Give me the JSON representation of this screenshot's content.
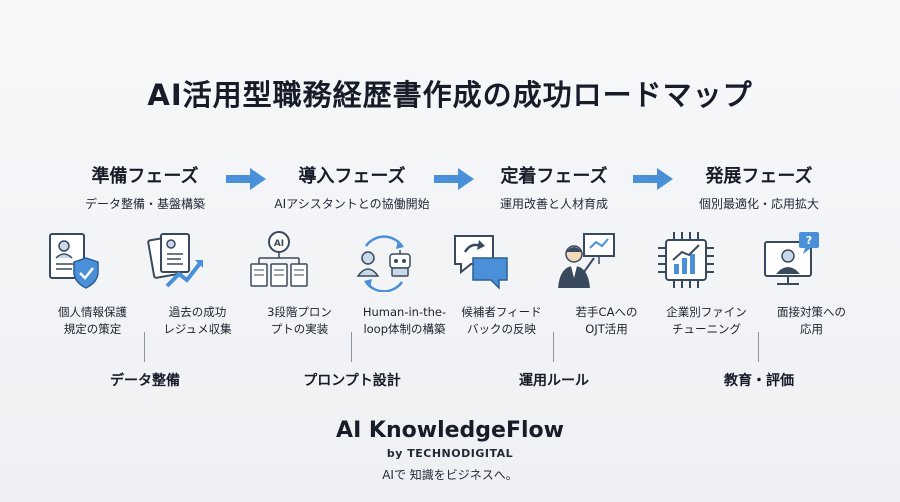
{
  "title": "AI活用型職務経歴書作成の成功ロードマップ",
  "phases": [
    {
      "name": "準備フェーズ",
      "subtitle": "データ整備・基盤構築",
      "items": [
        {
          "label": "個人情報保護\n規定の策定",
          "icon": "shield-document-icon"
        },
        {
          "label": "過去の成功\nレジュメ収集",
          "icon": "documents-growth-icon"
        }
      ],
      "foundation": "データ整備"
    },
    {
      "name": "導入フェーズ",
      "subtitle": "AIアシスタントとの協働開始",
      "items": [
        {
          "label": "3段階プロン\nプトの実装",
          "icon": "ai-prompt-documents-icon"
        },
        {
          "label": "Human-in-the-\nloop体制の構築",
          "icon": "human-robot-cycle-icon"
        }
      ],
      "foundation": "プロンプト設計"
    },
    {
      "name": "定着フェーズ",
      "subtitle": "運用改善と人材育成",
      "items": [
        {
          "label": "候補者フィード\nバックの反映",
          "icon": "feedback-chat-icon"
        },
        {
          "label": "若手CAへの\nOJT活用",
          "icon": "presenter-training-icon"
        }
      ],
      "foundation": "運用ルール"
    },
    {
      "name": "発展フェーズ",
      "subtitle": "個別最適化・応用拡大",
      "items": [
        {
          "label": "企業別ファイン\nチューニング",
          "icon": "chip-chart-icon"
        },
        {
          "label": "面接対策への\n応用",
          "icon": "interview-monitor-icon"
        }
      ],
      "foundation": "教育・評価"
    }
  ],
  "arrow_icon": "right-arrow-icon",
  "brand": {
    "name": "AI KnowledgeFlow",
    "by": "by TECHNODIGITAL",
    "tagline": "AIで 知識をビジネスへ。"
  },
  "colors": {
    "accent": "#4a90d9",
    "icon_stroke": "#3a4a5e",
    "icon_fill": "#c9d9ea"
  }
}
